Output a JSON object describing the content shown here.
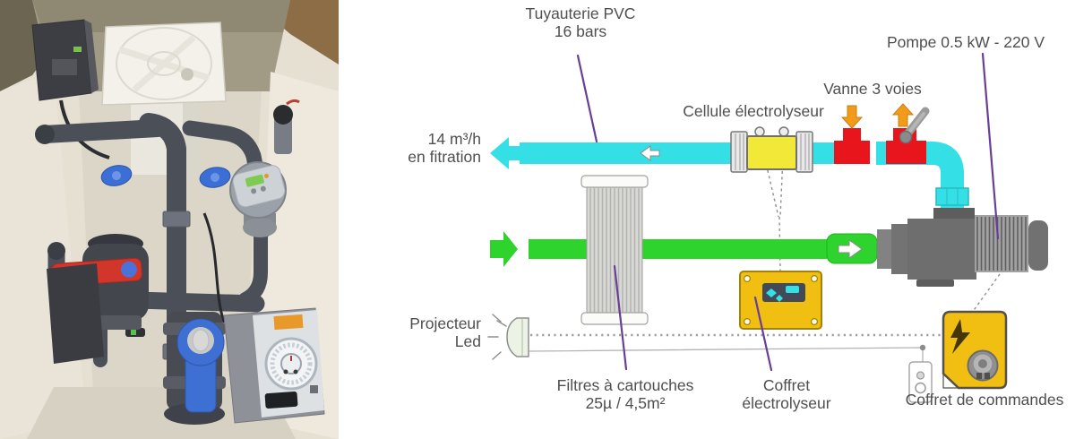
{
  "photo": {
    "alt": "Photo of pool filtration equipment installed inside a beige enclosure: skimmer lid, PVC pipes, red and blue valve handles, electrolyser head and timer unit"
  },
  "diagram": {
    "labels": {
      "pipe": {
        "line1": "Tuyauterie PVC",
        "line2": "16 bars"
      },
      "pump": {
        "text": "Pompe 0.5 kW - 220 V"
      },
      "valve": {
        "text": "Vanne 3 voies"
      },
      "cell": {
        "text": "Cellule électrolyseur"
      },
      "flow": {
        "line1": "14 m³/h",
        "line2": "en fitration"
      },
      "projector": {
        "line1": "Projecteur",
        "line2": "Led"
      },
      "filter": {
        "line1": "Filtres à cartouches",
        "line2": "25µ / 4,5m²"
      },
      "electrolyzer_box": {
        "line1": "Coffret",
        "line2": "électrolyseur"
      },
      "command_box": {
        "text": "Coffret de commandes"
      }
    },
    "colors": {
      "cyan_pipe": "#35dfe6",
      "green_pipe": "#2ed32e",
      "red_valve": "#e8151c",
      "cell_yellow": "#f1e838",
      "box_amber": "#f0bf12",
      "arrow_orange": "#f29b1b",
      "leader_purple": "#6a3e97",
      "text_gray": "#4f4f4f"
    }
  }
}
